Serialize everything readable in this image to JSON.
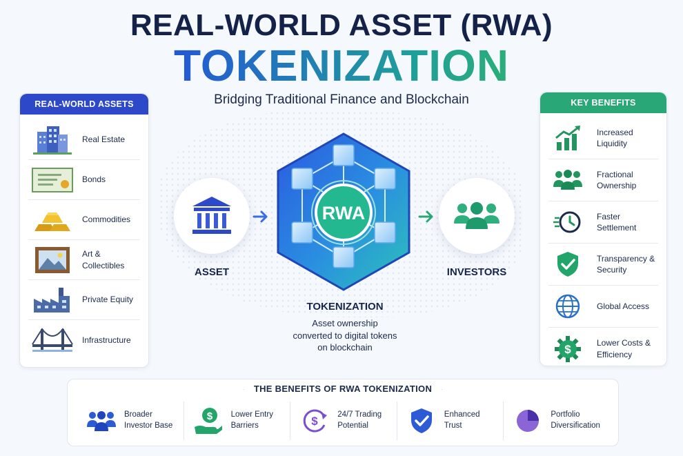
{
  "header": {
    "title_line1": "REAL-WORLD ASSET (RWA)",
    "title_line2": "TOKENIZATION",
    "subtitle": "Bridging Traditional Finance and Blockchain"
  },
  "left_panel": {
    "heading": "REAL-WORLD ASSETS",
    "items": [
      {
        "label": "Real Estate",
        "icon": "building-icon"
      },
      {
        "label": "Bonds",
        "icon": "certificate-icon"
      },
      {
        "label": "Commodities",
        "icon": "gold-bars-icon"
      },
      {
        "label": "Art &\nCollectibles",
        "icon": "painting-icon"
      },
      {
        "label": "Private Equity",
        "icon": "factory-icon"
      },
      {
        "label": "Infrastructure",
        "icon": "bridge-icon"
      }
    ]
  },
  "center": {
    "asset_label": "ASSET",
    "investors_label": "INVESTORS",
    "hub_label": "RWA",
    "tokenization_title": "TOKENIZATION",
    "tokenization_desc": "Asset ownership\nconverted to digital tokens\non blockchain"
  },
  "right_panel": {
    "heading": "KEY BENEFITS",
    "items": [
      {
        "label": "Increased\nLiquidity",
        "icon": "growth-chart-icon"
      },
      {
        "label": "Fractional\nOwnership",
        "icon": "people-group-icon"
      },
      {
        "label": "Faster\nSettlement",
        "icon": "fast-clock-icon"
      },
      {
        "label": "Transparency &\nSecurity",
        "icon": "shield-check-icon"
      },
      {
        "label": "Global Access",
        "icon": "globe-icon"
      },
      {
        "label": "Lower Costs &\nEfficiency",
        "icon": "gear-dollar-icon"
      }
    ]
  },
  "bottom": {
    "heading": "THE BENEFITS OF RWA TOKENIZATION",
    "items": [
      {
        "label": "Broader\nInvestor Base",
        "icon": "investors-icon"
      },
      {
        "label": "Lower Entry\nBarriers",
        "icon": "hand-coin-icon"
      },
      {
        "label": "24/7 Trading\nPotential",
        "icon": "cycle-dollar-icon"
      },
      {
        "label": "Enhanced\nTrust",
        "icon": "shield-check-icon"
      },
      {
        "label": "Portfolio\nDiversification",
        "icon": "pie-chart-icon"
      }
    ]
  },
  "colors": {
    "navy": "#14224a",
    "blue": "#2d48c9",
    "green": "#2aa776",
    "teal": "#1f9e9a"
  }
}
